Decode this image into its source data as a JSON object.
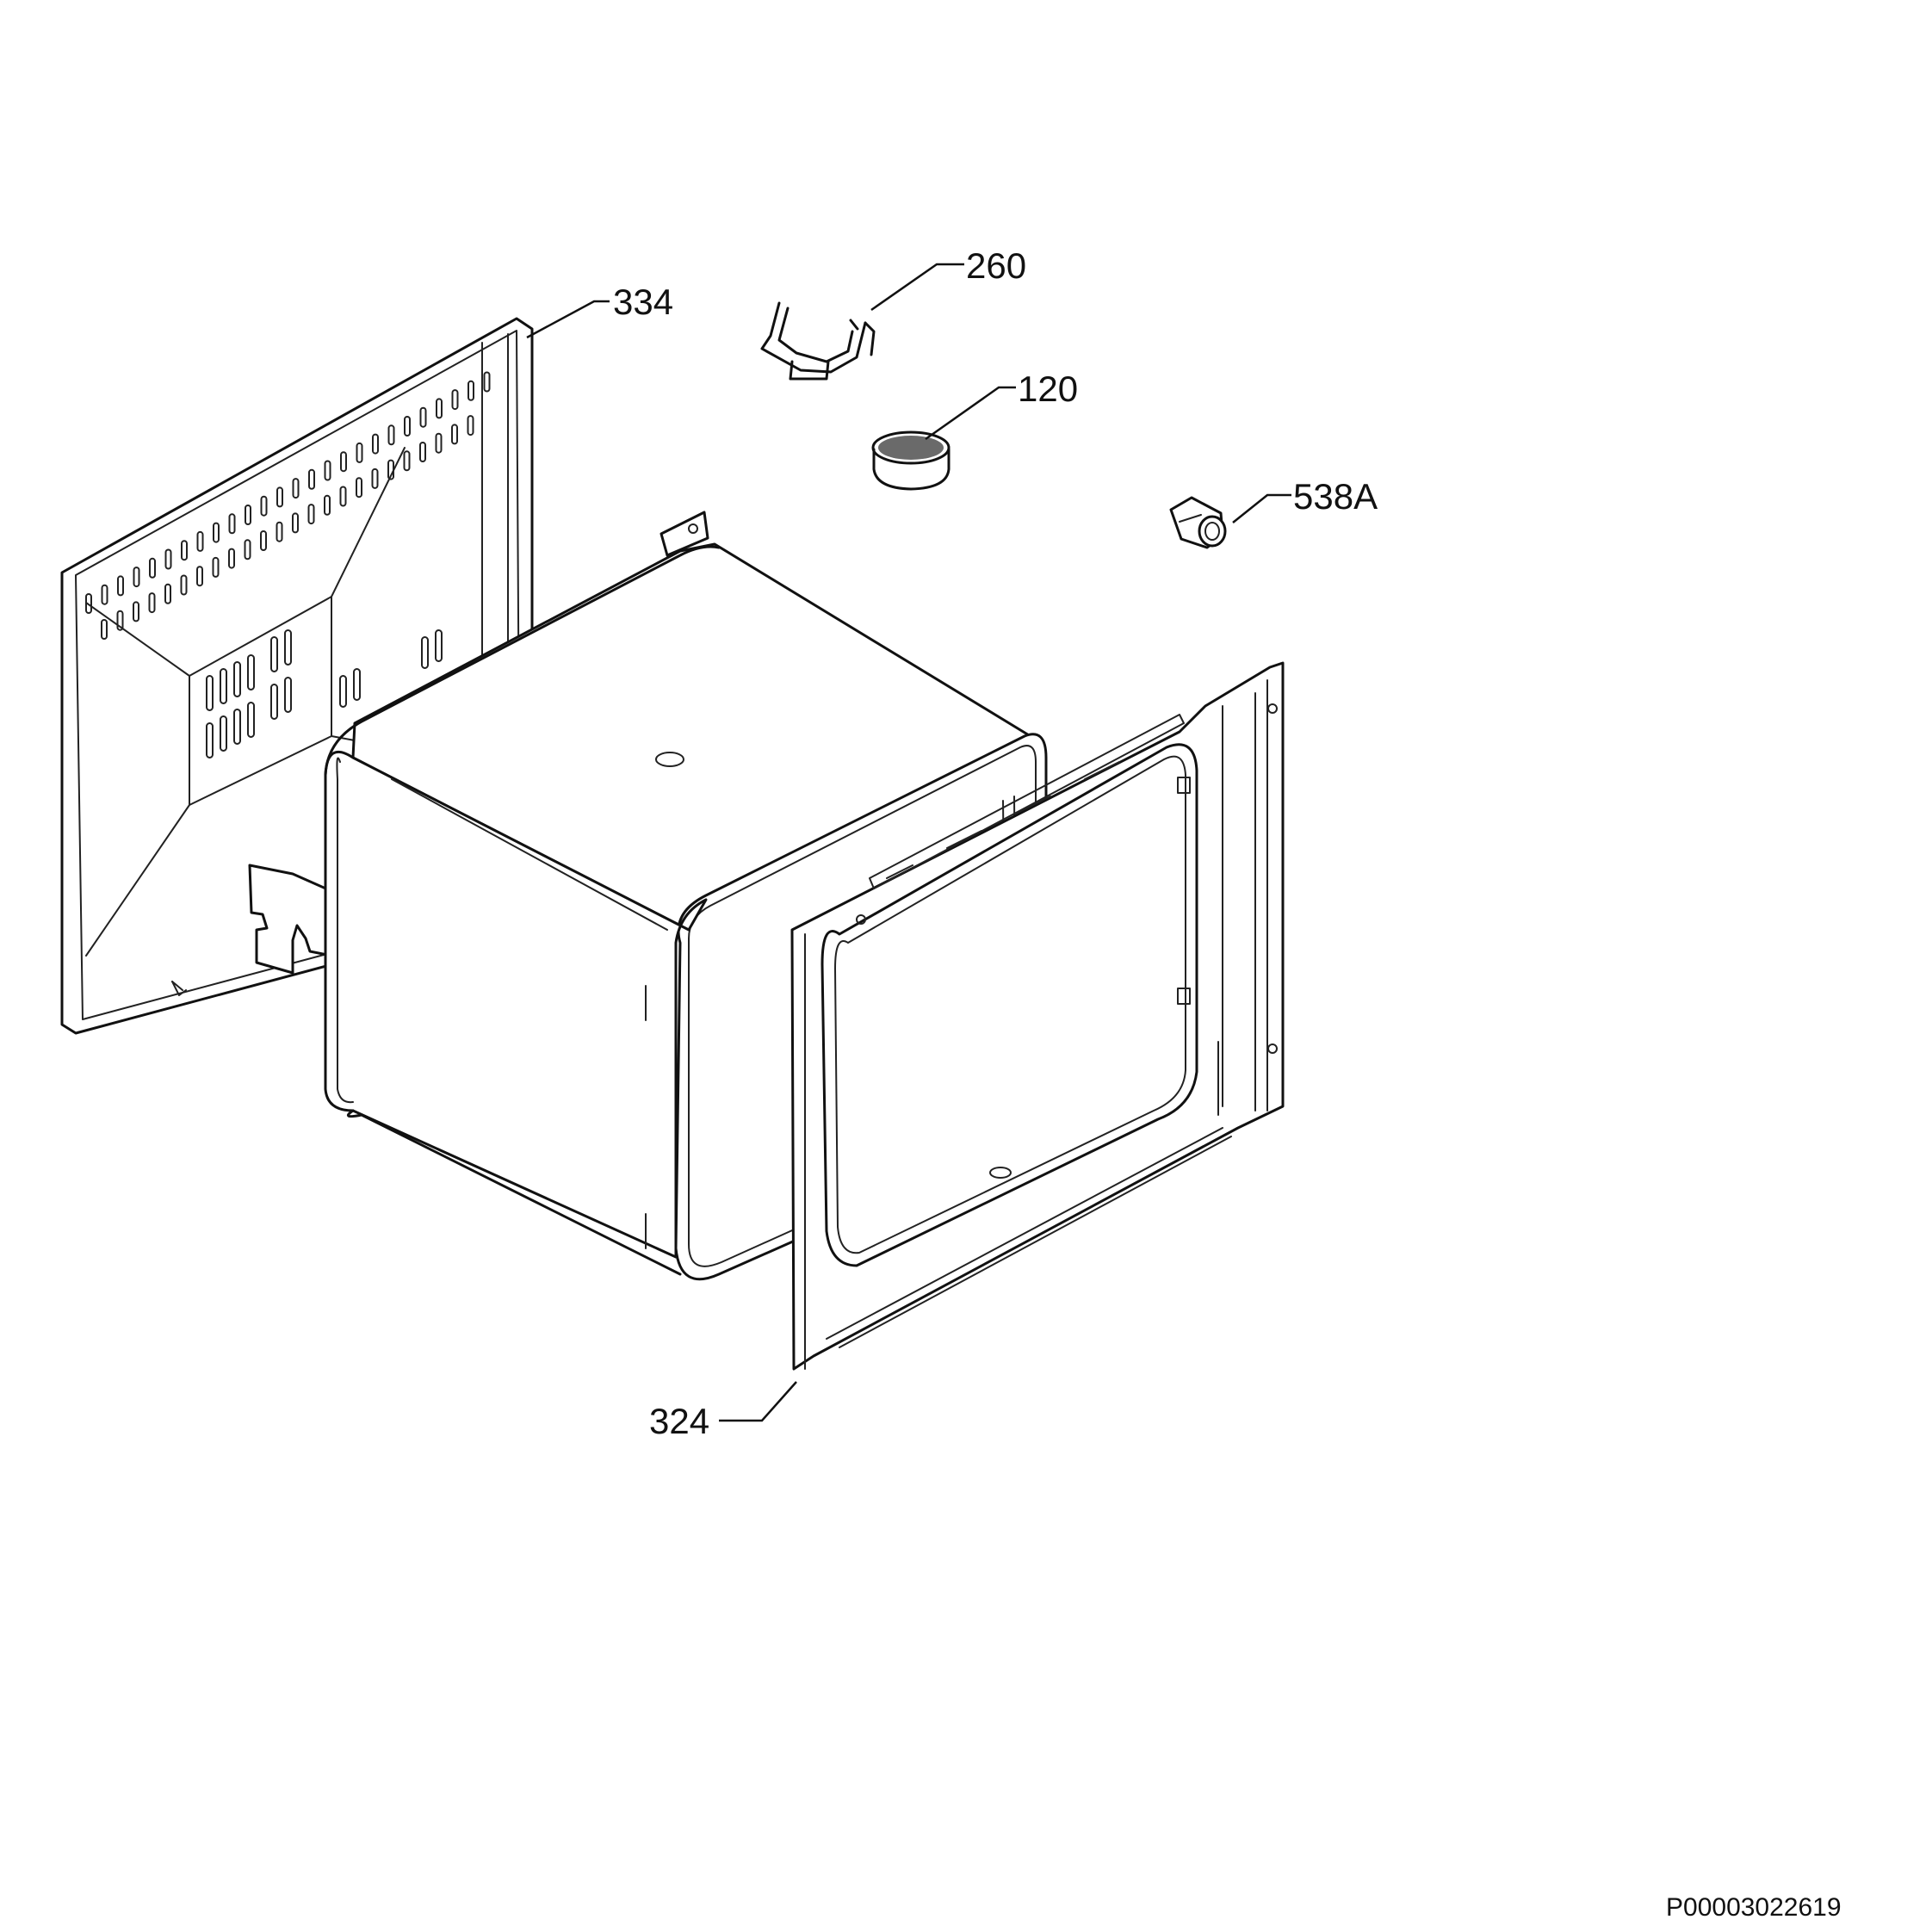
{
  "callouts": {
    "p334": "334",
    "p260": "260",
    "p120": "120",
    "p538a": "538A",
    "p324": "324"
  },
  "document_id": "P00003022619",
  "colors": {
    "line": "#111111",
    "background": "#ffffff"
  }
}
